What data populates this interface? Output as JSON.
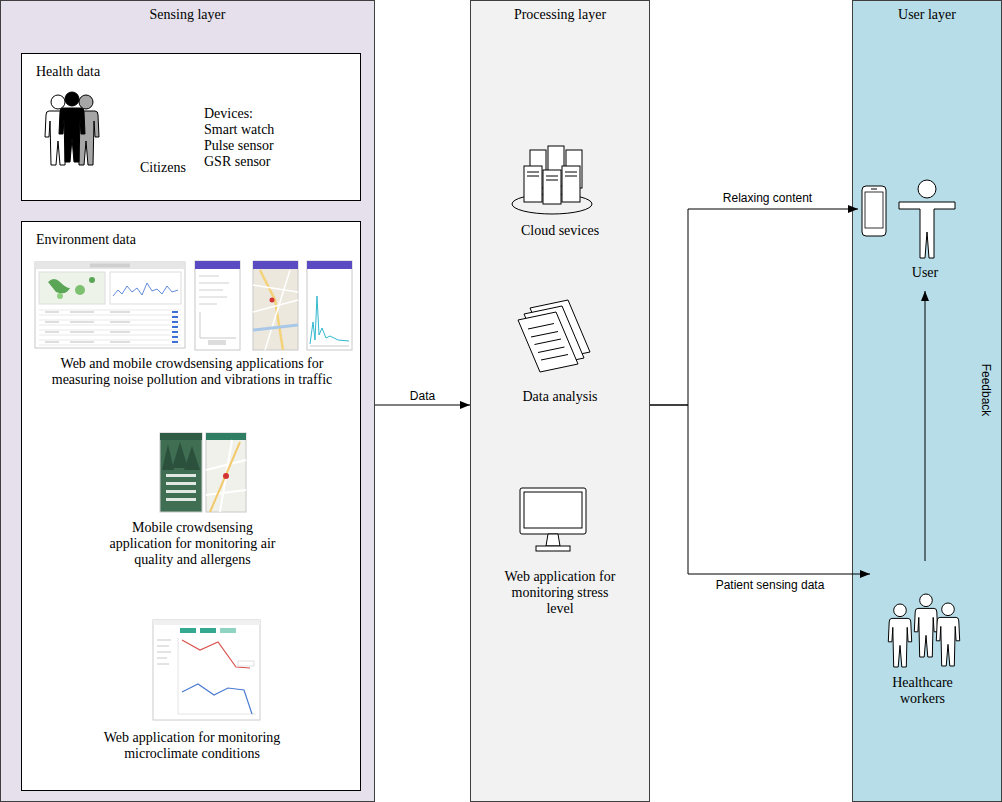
{
  "diagram": {
    "nodes": [
      {
        "text": [
          "Sensing layer"
        ]
      },
      {
        "text": [
          "Health data",
          "Citizens",
          "Devices: Smart watch Pulse sensor GSR sensor"
        ],
        "in": 0
      },
      {
        "text": [
          "Environment data",
          "Web and mobile crowdsensing applications for measuring noise pollution and vibrations in traffic",
          "Mobile crowdsensing application for monitoring air quality and allergens",
          "Web application for monitoring microclimate conditions"
        ],
        "in": 0
      },
      {
        "text": [
          "Processing layer",
          "Cloud sevices",
          "Data analysis",
          "Web application for monitoring stress level"
        ]
      },
      {
        "text": [
          "User layer"
        ]
      },
      {
        "text": [
          "User"
        ],
        "in": 4
      },
      {
        "text": [
          "Healthcare workers"
        ],
        "in": 4
      }
    ],
    "edges": [
      {
        "from": 0,
        "to": 3,
        "label": "Data",
        "arrow": "to"
      },
      {
        "from": 3,
        "to": 5,
        "label": "Relaxing content",
        "arrow": "to"
      },
      {
        "from": 3,
        "to": 6,
        "label": "Patient sensing data",
        "arrow": "to"
      },
      {
        "from": 6,
        "to": 5,
        "label": "Feedback",
        "arrow": "to"
      }
    ]
  }
}
